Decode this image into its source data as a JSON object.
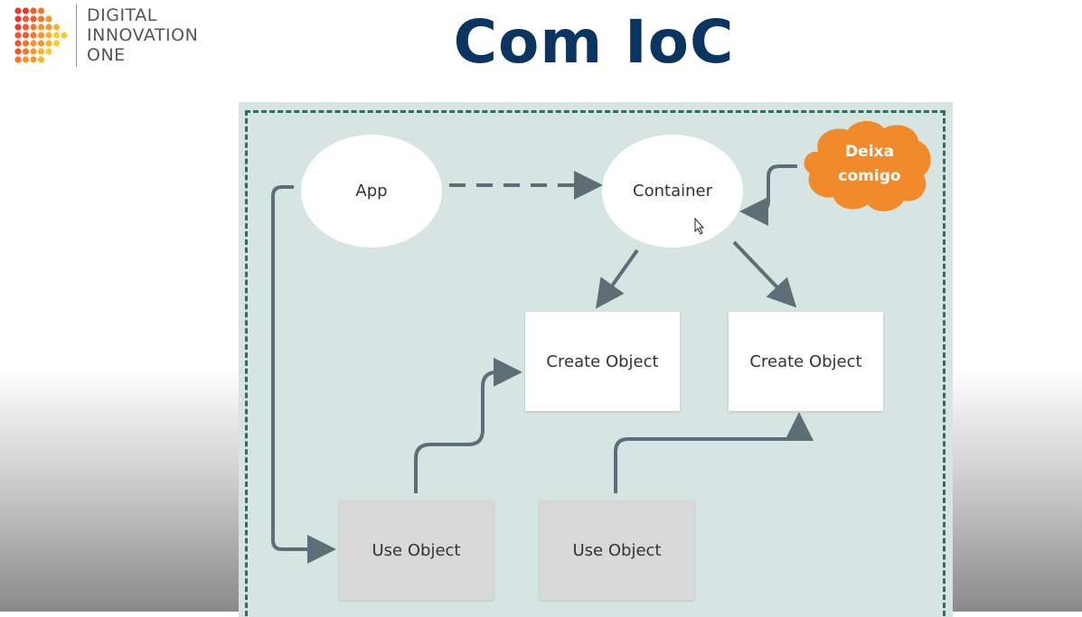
{
  "logo": {
    "lines": [
      "DIGITAL",
      "INNOVATION",
      "ONE"
    ]
  },
  "title": "Com IoC",
  "diagram": {
    "nodes": {
      "app": "App",
      "container": "Container",
      "create_object_1": "Create Object",
      "create_object_2": "Create Object",
      "use_object_1": "Use Object",
      "use_object_2": "Use Object"
    },
    "callout": {
      "line1": "Deixa",
      "line2": "comigo"
    }
  },
  "colors": {
    "title": "#0b3560",
    "panel_background": "#d6e5e2",
    "panel_border": "#2f6e5a",
    "arrow": "#5e6e77",
    "callout": "#f08a2a"
  }
}
